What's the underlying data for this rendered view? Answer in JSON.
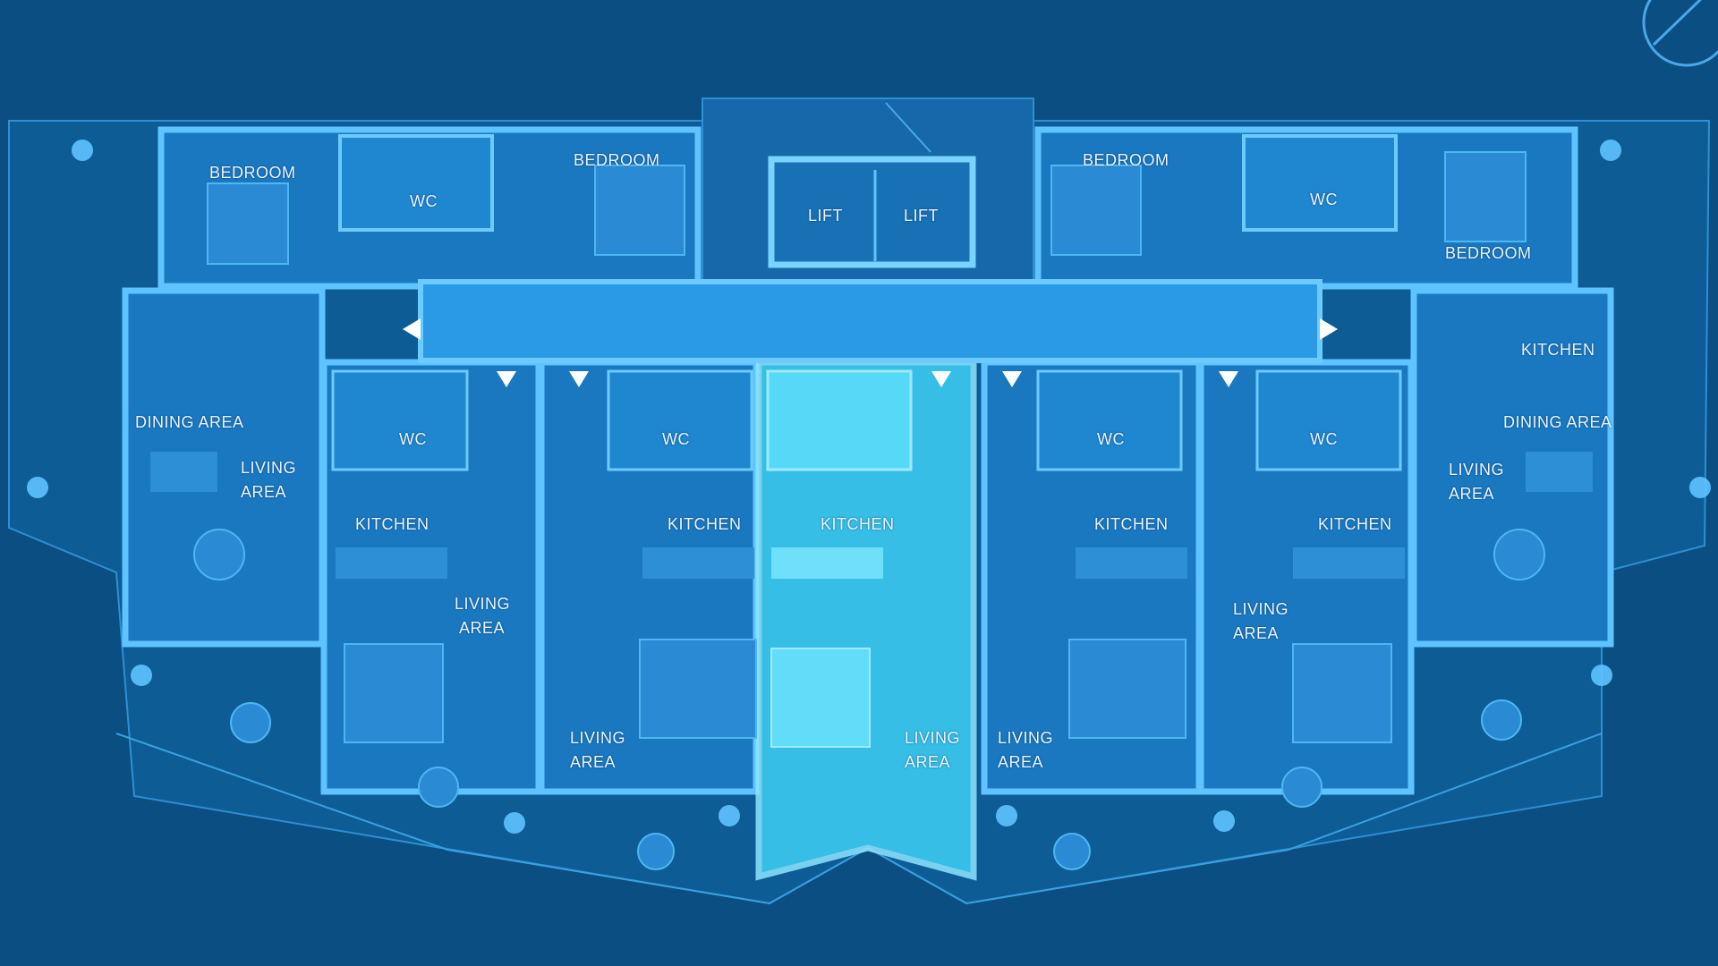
{
  "colors": {
    "background": "#0a4e82",
    "building": "#1a78c0",
    "wall": "#5ec3ff",
    "corridor": "#2a9ae6",
    "highlight_unit": "#3fd0f5",
    "text": "#e8f4ff"
  },
  "labels": {
    "bedroom": "BEDROOM",
    "wc": "WC",
    "lift": "LIFT",
    "kitchen": "KITCHEN",
    "dining_area": "DINING AREA",
    "living": "LIVING",
    "area": "AREA"
  },
  "icons": {
    "compass": "compass-icon",
    "plant": "plant-icon",
    "arrow_left": "arrow-left-icon",
    "arrow_right": "arrow-right-icon",
    "arrow_down": "arrow-down-icon"
  }
}
